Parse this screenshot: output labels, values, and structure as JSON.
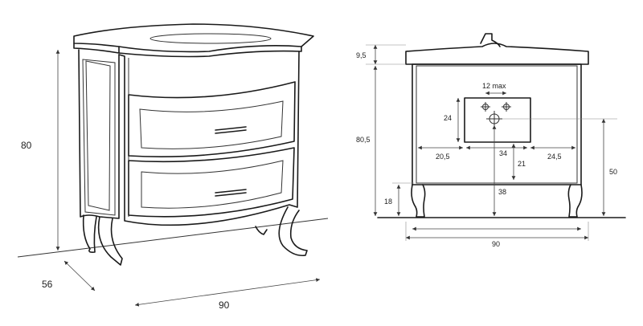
{
  "perspective_view": {
    "height_label": "80",
    "depth_label": "56",
    "width_label": "90"
  },
  "front_view": {
    "top_thickness_label": "9,5",
    "total_height_label": "80,5",
    "leg_height_label": "18",
    "cutout_width_label": "12 max",
    "cutout_height_label": "24",
    "left_offset_label": "20,5",
    "center_width_label": "34",
    "right_offset_label": "24,5",
    "inner_depth_label": "21",
    "center_height_label": "38",
    "drain_height_label": "50",
    "overall_width_label": "90"
  }
}
